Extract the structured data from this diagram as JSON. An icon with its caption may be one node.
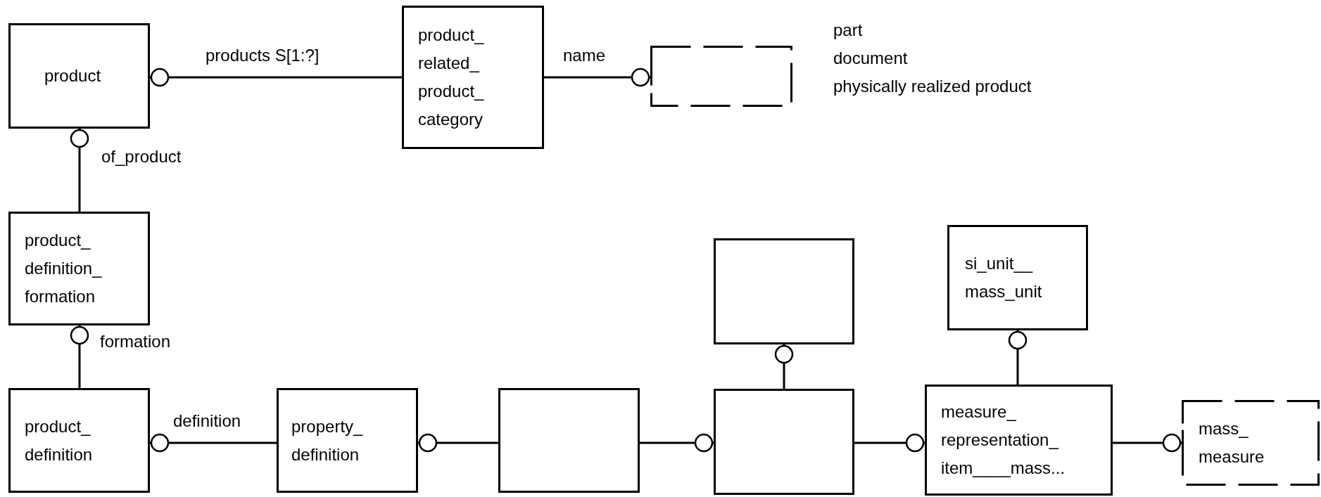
{
  "diagram": {
    "nodes": [
      {
        "text": [
          "product"
        ]
      },
      {
        "text": [
          "product_ related_ product_ category"
        ]
      },
      {
        "text": [],
        "shape": "box"
      },
      {
        "text": [
          "product_ definition_ formation"
        ]
      },
      {
        "text": [],
        "shape": "box"
      },
      {
        "text": [
          "si_unit__ mass_unit"
        ]
      },
      {
        "text": [
          "product_ definition"
        ]
      },
      {
        "text": [
          "property_ definition"
        ]
      },
      {
        "text": [],
        "shape": "box"
      },
      {
        "text": [],
        "shape": "box"
      },
      {
        "text": [
          "measure_ representation_ item____mass..."
        ]
      },
      {
        "text": [
          "mass_ measure"
        ]
      }
    ],
    "edges": [
      {
        "from": 1,
        "to": 0,
        "arrow": "other",
        "label": "products S[1:?]"
      },
      {
        "from": 1,
        "to": 2,
        "arrow": "other",
        "label": "name"
      },
      {
        "from": 3,
        "to": 0,
        "arrow": "other",
        "label": "of_product"
      },
      {
        "from": 6,
        "to": 3,
        "arrow": "other",
        "label": "formation"
      },
      {
        "from": 7,
        "to": 6,
        "arrow": "other",
        "label": "definition"
      },
      {
        "from": 8,
        "to": 7,
        "arrow": "other"
      },
      {
        "from": 8,
        "to": 9,
        "arrow": "other"
      },
      {
        "from": 9,
        "to": 4,
        "arrow": "other"
      },
      {
        "from": 9,
        "to": 10,
        "arrow": "other"
      },
      {
        "from": 10,
        "to": 5,
        "arrow": "other"
      },
      {
        "from": 10,
        "to": 11,
        "arrow": "other"
      }
    ],
    "labels": [
      "part",
      "document",
      "physically realized product"
    ]
  }
}
